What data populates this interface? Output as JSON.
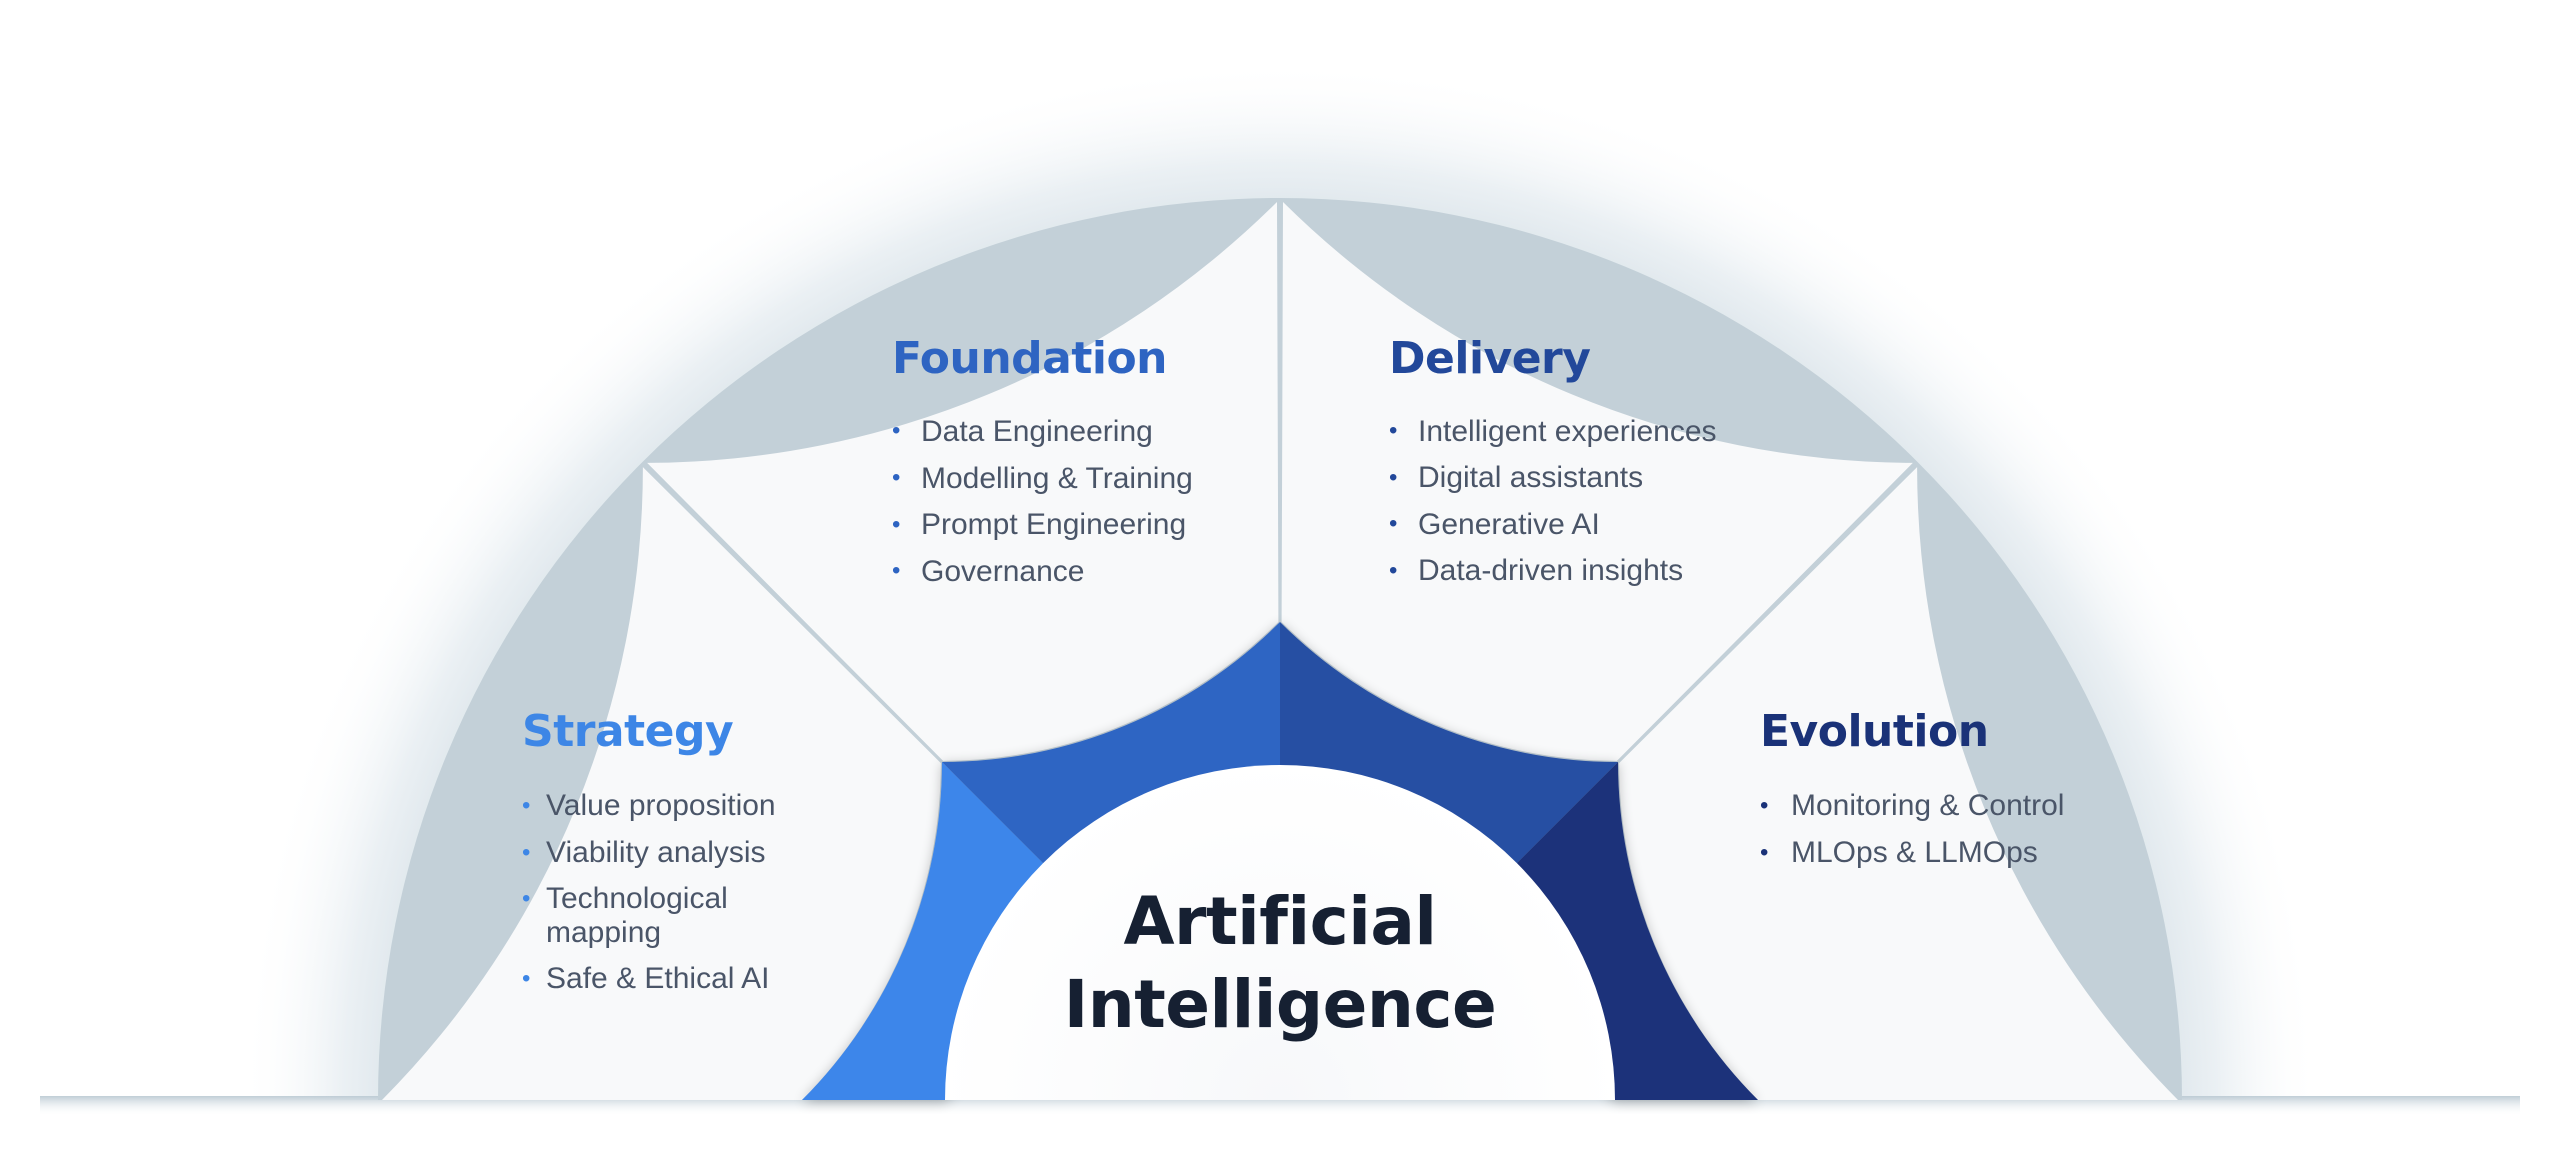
{
  "center": {
    "line1": "Artificial",
    "line2": "Intelligence"
  },
  "sections": [
    {
      "key": "strategy",
      "title": "Strategy",
      "color": "#3d86e6",
      "items": [
        "Value proposition",
        "Viability analysis",
        "Technological mapping",
        "Safe & Ethical AI"
      ]
    },
    {
      "key": "foundation",
      "title": "Foundation",
      "color": "#2e64c2",
      "items": [
        "Data Engineering",
        "Modelling & Training",
        "Prompt Engineering",
        "Governance"
      ]
    },
    {
      "key": "delivery",
      "title": "Delivery",
      "color": "#22489a",
      "items": [
        "Intelligent experiences",
        "Digital assistants",
        "Generative AI",
        "Data-driven insights"
      ]
    },
    {
      "key": "evolution",
      "title": "Evolution",
      "color": "#1a3278",
      "items": [
        "Monitoring & Control",
        "MLOps & LLMOps"
      ]
    }
  ],
  "ring_colors": [
    "#3e86ea",
    "#2f65c3",
    "#254fa3",
    "#1b327a"
  ]
}
